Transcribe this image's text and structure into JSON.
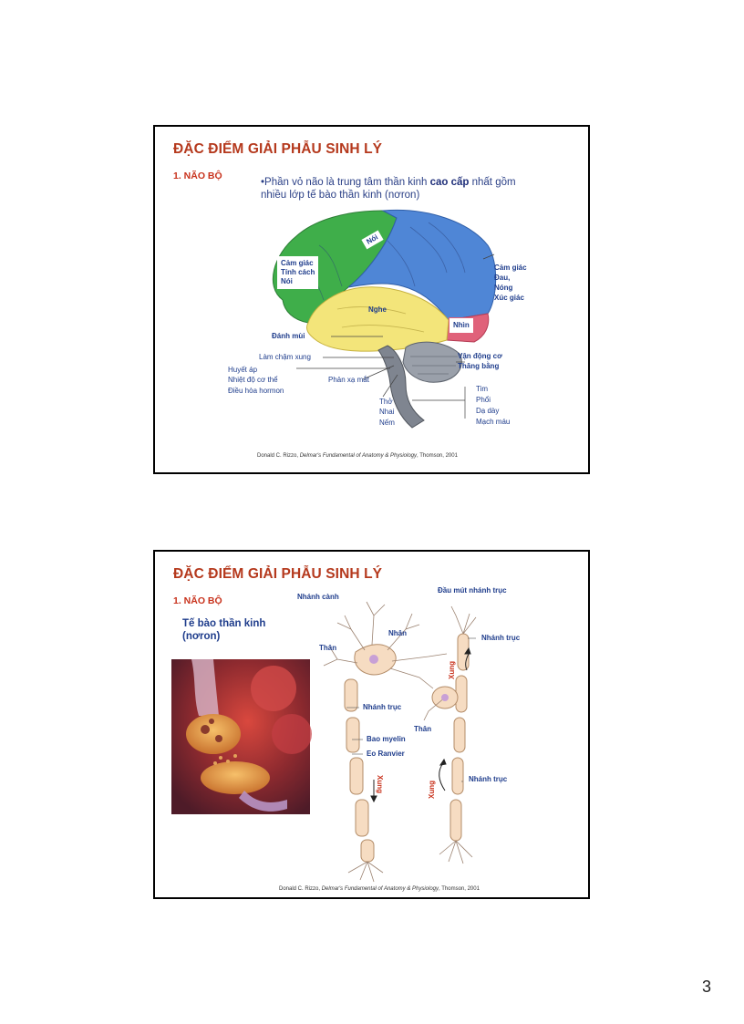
{
  "slide1": {
    "title": "ĐẶC ĐIỂM GIẢI PHẪU SINH LÝ",
    "section": "1. NÃO BỘ",
    "bullet_pre": "•Phần vỏ não là trung tâm thần kinh ",
    "bullet_bold": "cao cấp",
    "bullet_post": " nhất gồm nhiều lớp tế bào thần kinh (nơron)",
    "labels": {
      "noi_lobe": "Nói",
      "frontal_line1": "Cảm giác",
      "frontal_line2": "Tính cách",
      "frontal_line3": "Nói",
      "parietal_line1": "Cảm giác",
      "parietal_line2": "Đau,",
      "parietal_line3": "Nóng",
      "parietal_line4": "Xúc giác",
      "nghe": "Nghe",
      "nhin": "Nhìn",
      "danh_mui": "Đánh mùi",
      "lam_cham_xung": "Làm chậm xung",
      "huyet_ap": "Huyết áp",
      "nhiet_do": "Nhiệt độ cơ thể",
      "dieu_hoa": "Điều hòa hormon",
      "phan_xa_mat": "Phản xạ mắt",
      "van_dong": "Vận động cơ",
      "thang_bang": "Thăng bằng",
      "tho": "Thở",
      "nhai": "Nhai",
      "nem": "Nếm",
      "tim": "Tim",
      "phoi": "Phổi",
      "da_day": "Dạ dày",
      "mach_mau": "Mạch máu"
    },
    "citation_pre": "Donald C. Rizzo, ",
    "citation_italic": "Delmar's Fundamental of  Anatomy & Physiology",
    "citation_post": ", Thomson, 2001"
  },
  "slide2": {
    "title": "ĐẶC ĐIỂM GIẢI PHẪU SINH LÝ",
    "section": "1. NÃO BỘ",
    "subheading_line1": "Tế bào thần kinh",
    "subheading_line2": "(nơron)",
    "labels": {
      "nhanh_canh": "Nhánh cành",
      "dau_mut": "Đầu mút nhánh trục",
      "nhan": "Nhân",
      "than1": "Thân",
      "nhanh_truc_right": "Nhánh trục",
      "xung1": "Xung",
      "nhanh_truc_mid": "Nhánh trục",
      "than2": "Thân",
      "bao_myelin": "Bao myelin",
      "eo_ranvier": "Eo Ranvier",
      "xung2": "Xung",
      "xung3": "Xung",
      "nhanh_truc_low": "Nhánh trục"
    },
    "citation_pre": "Donald C. Rizzo, ",
    "citation_italic": "Delmar's Fundamental of  Anatomy & Physiology",
    "citation_post": ", Thomson, 2001"
  },
  "page_number": "3",
  "colors": {
    "title": "#b5391d",
    "label": "#1f3d8c",
    "frontal": "#3fae4a",
    "parietal": "#4f86d6",
    "temporal": "#f3e57a",
    "occipital": "#e0627a",
    "brainstem": "#8a8f99"
  }
}
